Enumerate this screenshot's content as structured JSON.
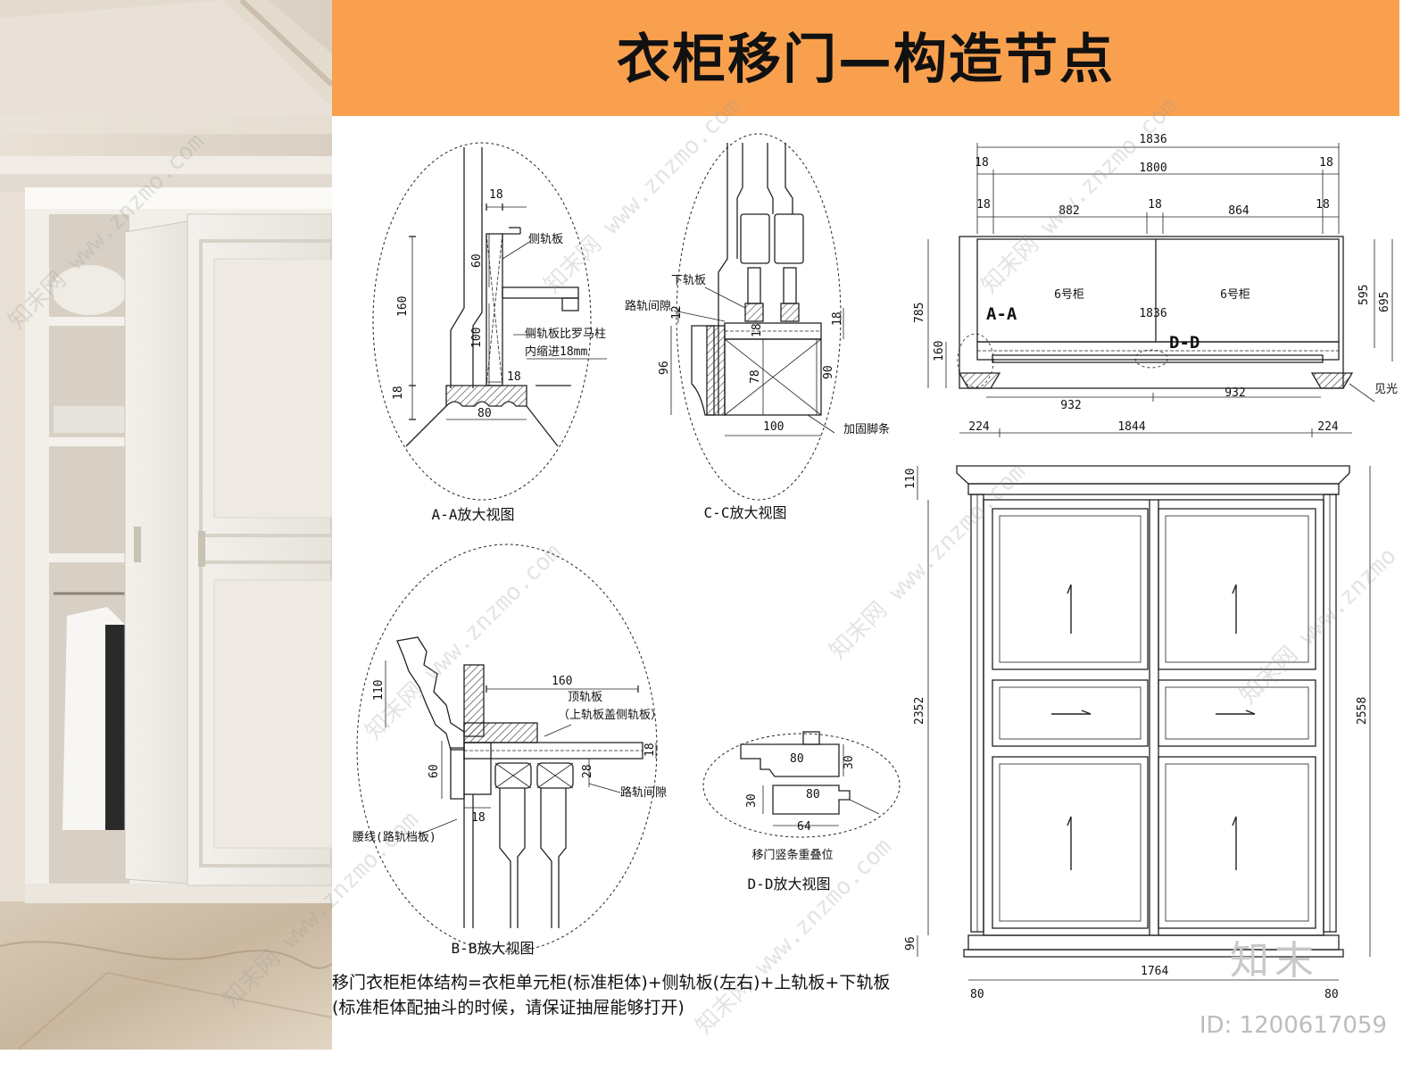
{
  "title": "衣柜移门—构造节点",
  "watermark": {
    "text": "知末网 www.znzmo.com"
  },
  "brand": {
    "mark": "知末",
    "id": "ID: 1200617059"
  },
  "notes": {
    "line1": "移门衣柜柜体结构=衣柜单元柜(标准柜体)+侧轨板(左右)+上轨板+下轨板",
    "line2": "(标准柜体配抽斗的时候，请保证抽屉能够打开)"
  },
  "details": {
    "aa": {
      "caption": "A-A放大视图",
      "labels": {
        "side_rail": "侧轨板",
        "inset_note_1": "侧轨板比罗马柱",
        "inset_note_2": "内缩进18mm"
      },
      "dims": [
        "18",
        "60",
        "160",
        "100",
        "18",
        "18",
        "80"
      ]
    },
    "cc": {
      "caption": "C-C放大视图",
      "labels": {
        "bottom_rail": "下轨板",
        "track_gap": "路轨间隙",
        "reinforce_foot": "加固脚条"
      },
      "dims": [
        "12",
        "18",
        "18",
        "96",
        "78",
        "90",
        "100"
      ]
    },
    "bb": {
      "caption": "B-B放大视图",
      "labels": {
        "top_rail": "顶轨板",
        "top_rail_note": "（上轨板盖侧轨板）",
        "track_gap": "路轨间隙",
        "waistline": "腰线(路轨档板)"
      },
      "dims": [
        "110",
        "160",
        "60",
        "18",
        "28",
        "18"
      ]
    },
    "dd": {
      "caption": "D-D放大视图",
      "labels": {
        "overlap": "移门竖条重叠位"
      },
      "dims": [
        "80",
        "30",
        "30",
        "80",
        "64"
      ]
    }
  },
  "plan": {
    "dims_top": [
      "1836",
      "18",
      "1800",
      "18",
      "18",
      "882",
      "18",
      "864",
      "18"
    ],
    "cabinet_labels": [
      "6号柜",
      "6号柜"
    ],
    "inner_width": "1836",
    "section_marks": [
      "A-A",
      "D-D"
    ],
    "dims_side": [
      "785",
      "160",
      "595",
      "695"
    ],
    "dims_bottom": [
      "932",
      "932",
      "224",
      "1844",
      "224"
    ],
    "see_light": "见光"
  },
  "elevation": {
    "dims": [
      "110",
      "2352",
      "2558",
      "96",
      "1764",
      "80",
      "80"
    ]
  }
}
